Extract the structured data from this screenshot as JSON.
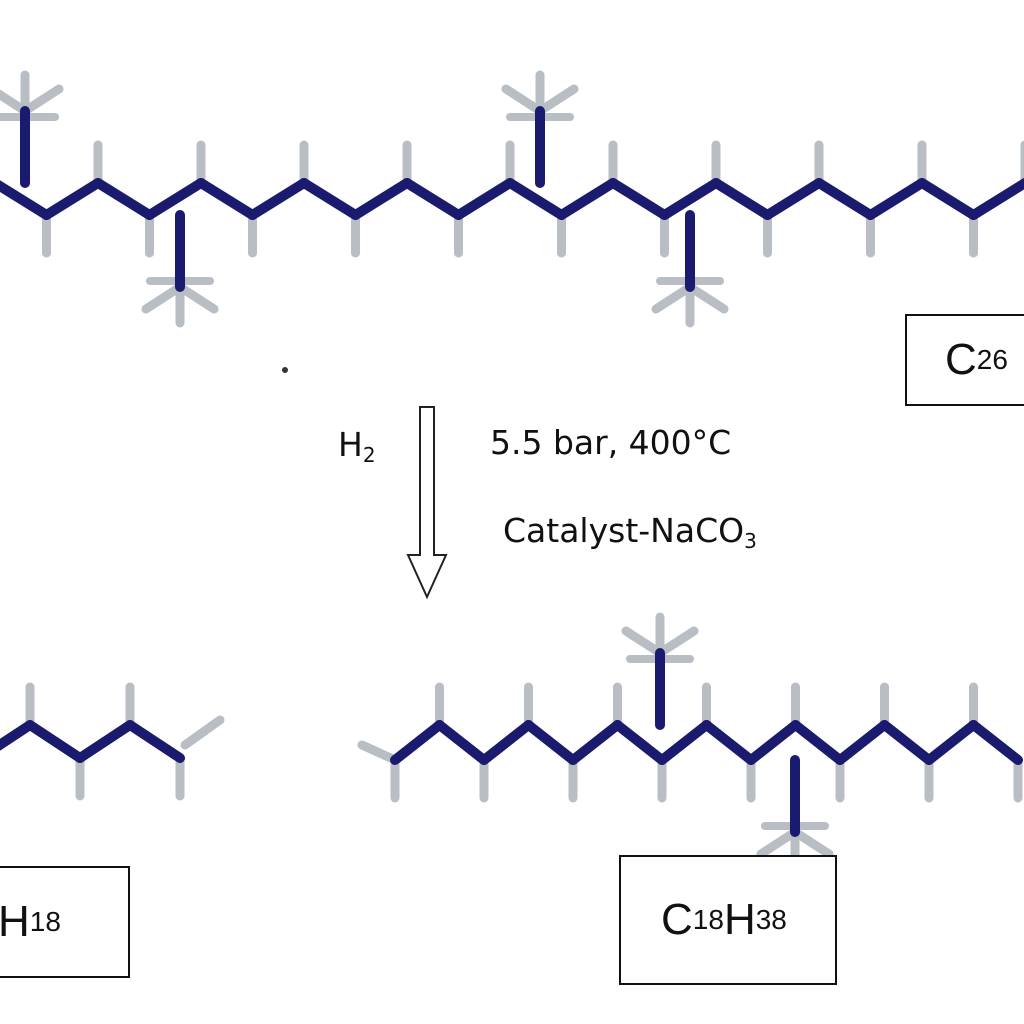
{
  "reactant": {
    "formula_main": "C",
    "formula_sub": "26"
  },
  "reaction": {
    "reagent_main": "H",
    "reagent_sub": "2",
    "conditions_line1": "5.5 bar, 400°C",
    "conditions_line2_main": "Catalyst-NaCO",
    "conditions_line2_sub": "3"
  },
  "product_left": {
    "formula_main": "H",
    "formula_sub": "18"
  },
  "product_right": {
    "formula_c": "C",
    "formula_c_sub": "18",
    "formula_h": "H",
    "formula_h_sub": "38"
  },
  "colors": {
    "carbon": "#1a1a6e",
    "hydrogen": "#b9bec4",
    "frame": "#111111"
  }
}
